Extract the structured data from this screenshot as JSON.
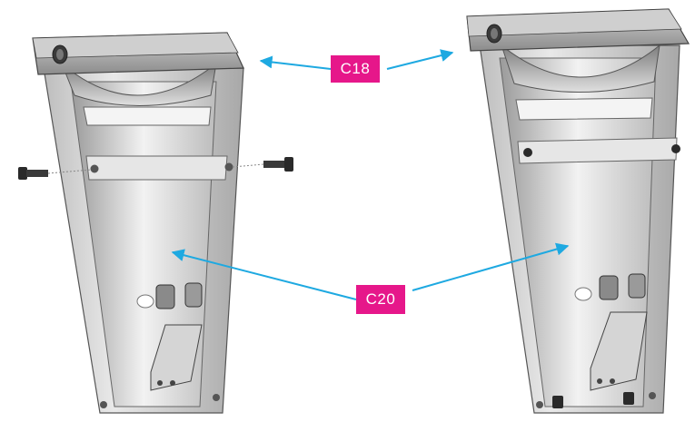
{
  "callouts": [
    {
      "id": "c18",
      "label": "C18"
    },
    {
      "id": "c20",
      "label": "C20"
    }
  ],
  "colors": {
    "callout_bg": "#e6178a",
    "callout_text": "#ffffff",
    "arrow": "#1ea9e1",
    "part_body": "#d9d9d9",
    "part_edge": "#555555"
  },
  "illustrations": [
    {
      "id": "left",
      "state": "screws-separated"
    },
    {
      "id": "right",
      "state": "screws-installed"
    }
  ]
}
